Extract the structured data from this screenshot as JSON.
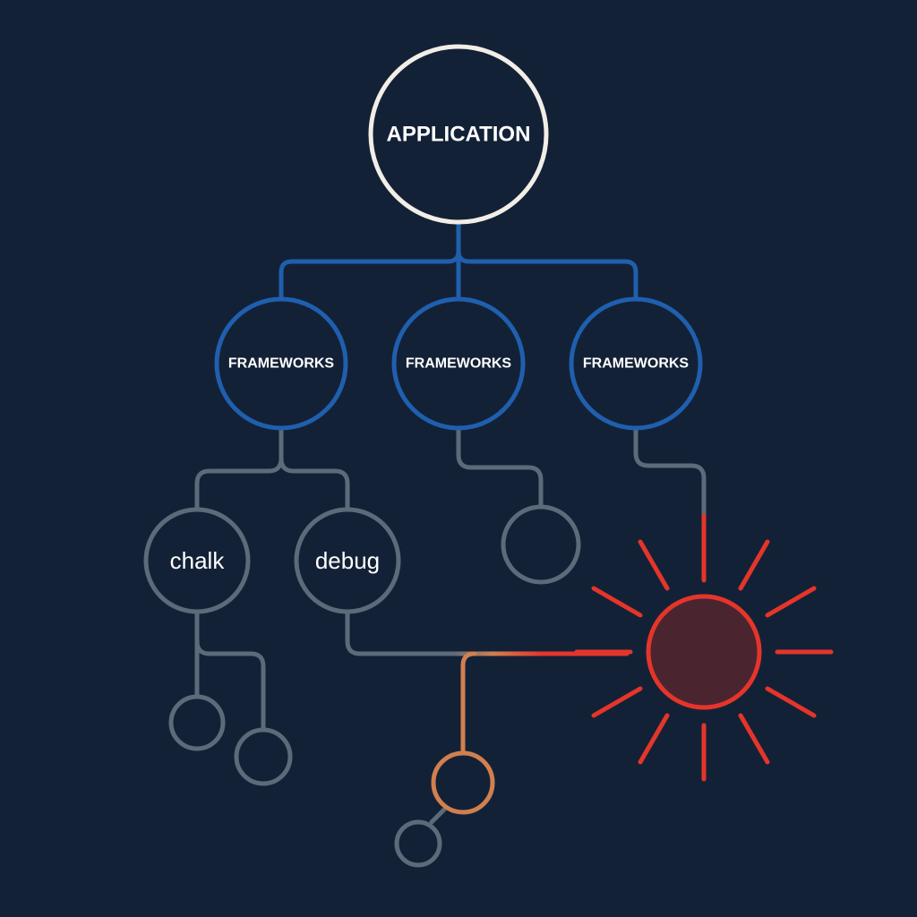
{
  "colors": {
    "background": "#132137",
    "root_stroke": "#f2ede6",
    "framework_stroke": "#1f5fae",
    "dependency_stroke": "#5d6a7a",
    "highlight_stroke": "#d0804f",
    "danger_stroke": "#e5352a",
    "danger_fill": "#4a2530",
    "text": "#ffffff"
  },
  "root": {
    "label": "APPLICATION"
  },
  "frameworks": [
    {
      "label": "FRAMEWORKS"
    },
    {
      "label": "FRAMEWORKS"
    },
    {
      "label": "FRAMEWORKS"
    }
  ],
  "dependencies": [
    {
      "label": "chalk"
    },
    {
      "label": "debug"
    }
  ],
  "alert_node": {
    "icon": "burst-icon"
  }
}
